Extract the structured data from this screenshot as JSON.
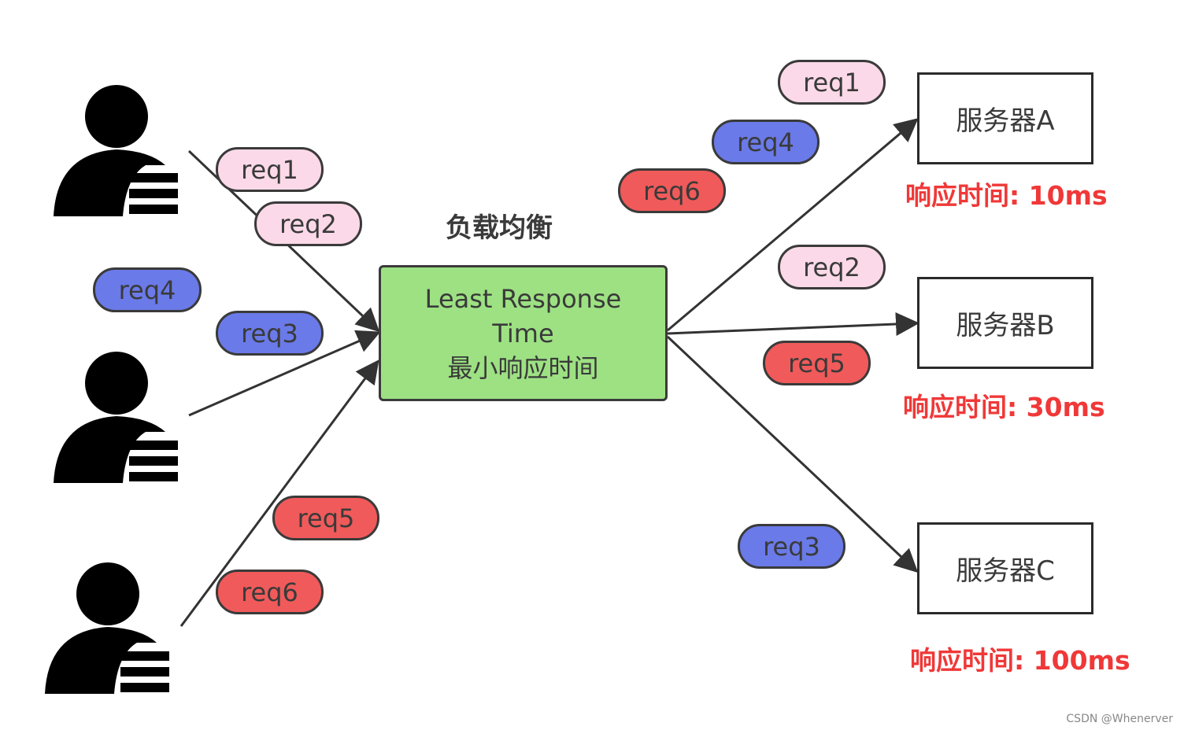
{
  "title": "负载均衡",
  "balancer": {
    "line1": "Least Response",
    "line2": "Time",
    "line3": "最小响应时间"
  },
  "requests": {
    "in_req1": "req1",
    "in_req2": "req2",
    "in_req3": "req3",
    "in_req4": "req4",
    "in_req5": "req5",
    "in_req6": "req6",
    "out_req1": "req1",
    "out_req4": "req4",
    "out_req6": "req6",
    "out_req2": "req2",
    "out_req5": "req5",
    "out_req3": "req3"
  },
  "servers": [
    {
      "name": "服务器A",
      "response": "响应时间: 10ms"
    },
    {
      "name": "服务器B",
      "response": "响应时间: 30ms"
    },
    {
      "name": "服务器C",
      "response": "响应时间: 100ms"
    }
  ],
  "watermark": "CSDN @Whenerver",
  "colors": {
    "pink": "#fcd9e8",
    "blue": "#6a7ae8",
    "red": "#f15a5a",
    "green": "#9de183",
    "response_text": "#f03838"
  }
}
